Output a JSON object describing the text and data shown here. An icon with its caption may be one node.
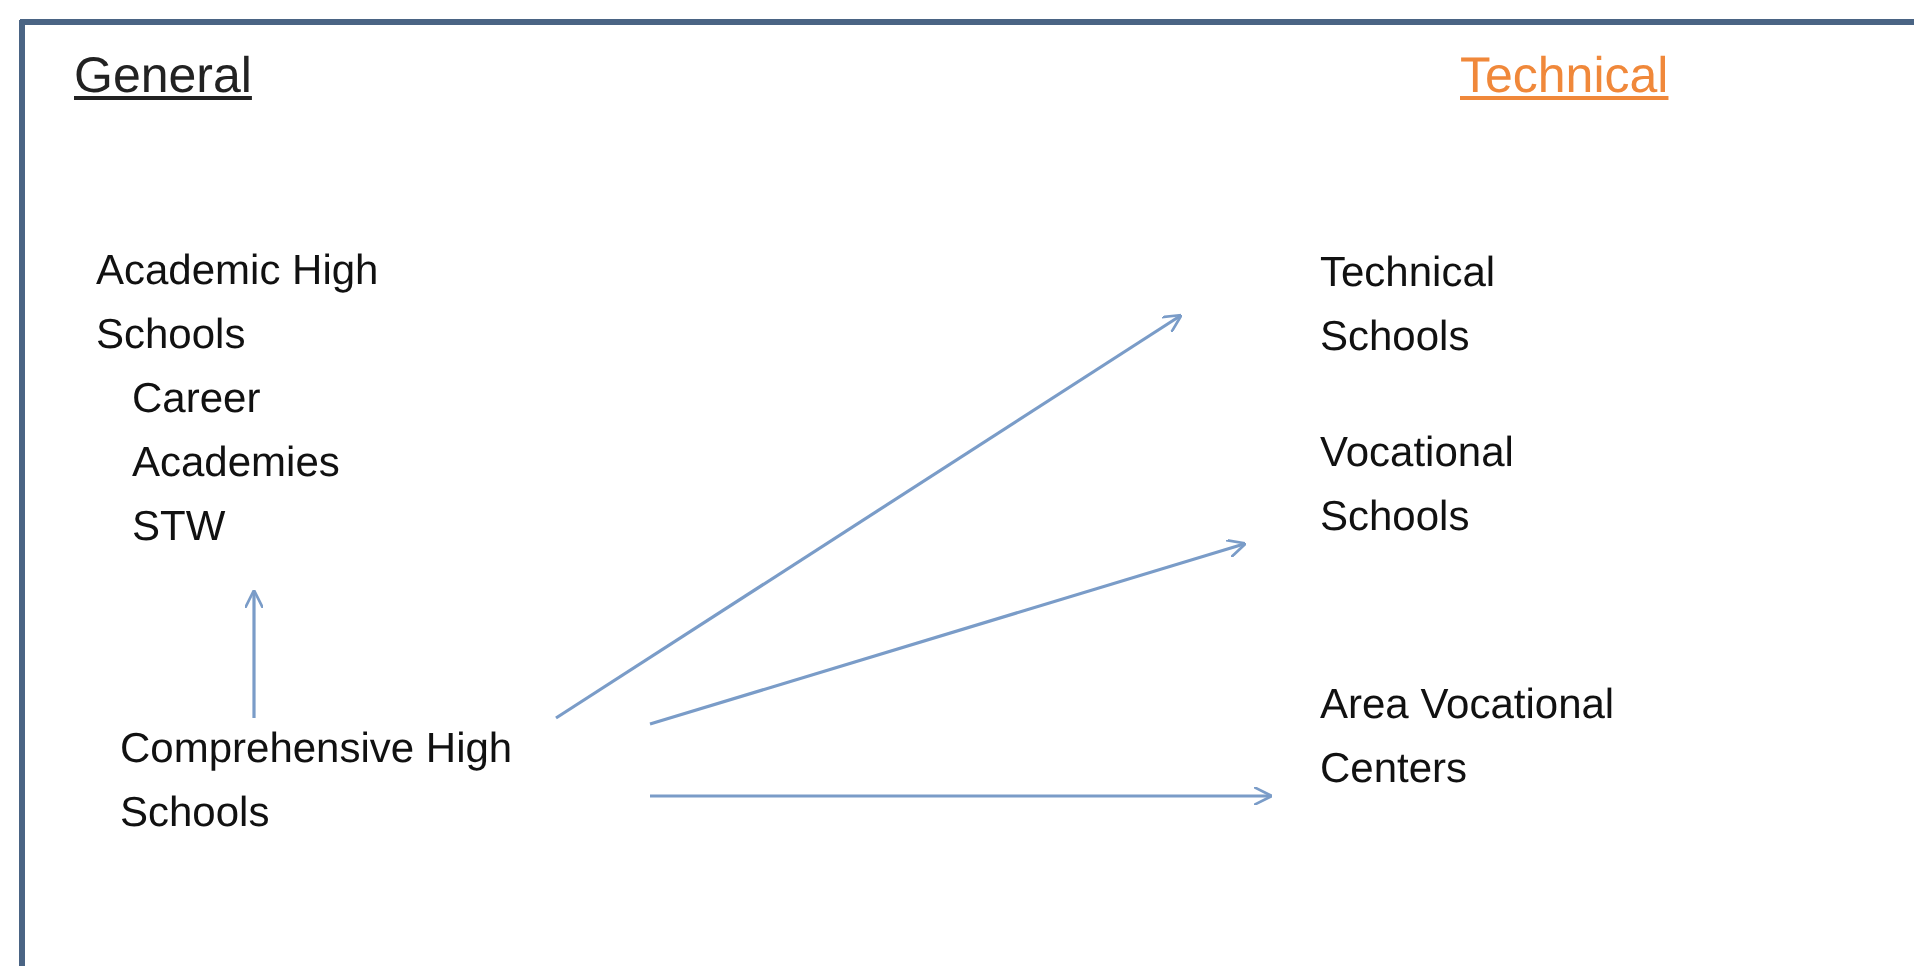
{
  "diagram": {
    "nodes": [
      {
        "text": [
          "Academic High Schools",
          "Career Academies STW"
        ]
      },
      {
        "text": [
          "Comprehensive High Schools"
        ]
      },
      {
        "text": [
          "Technical Schools"
        ]
      },
      {
        "text": [
          "Vocational Schools"
        ]
      },
      {
        "text": [
          "Area Vocational Centers"
        ]
      }
    ],
    "edges": [
      {
        "from": 1,
        "to": 0,
        "arrow": "to"
      },
      {
        "from": 1,
        "to": 2,
        "arrow": "to"
      },
      {
        "from": 1,
        "to": 3,
        "arrow": "to"
      },
      {
        "from": 1,
        "to": 4,
        "arrow": "to"
      }
    ],
    "labels": [
      "General",
      "Technical"
    ]
  }
}
